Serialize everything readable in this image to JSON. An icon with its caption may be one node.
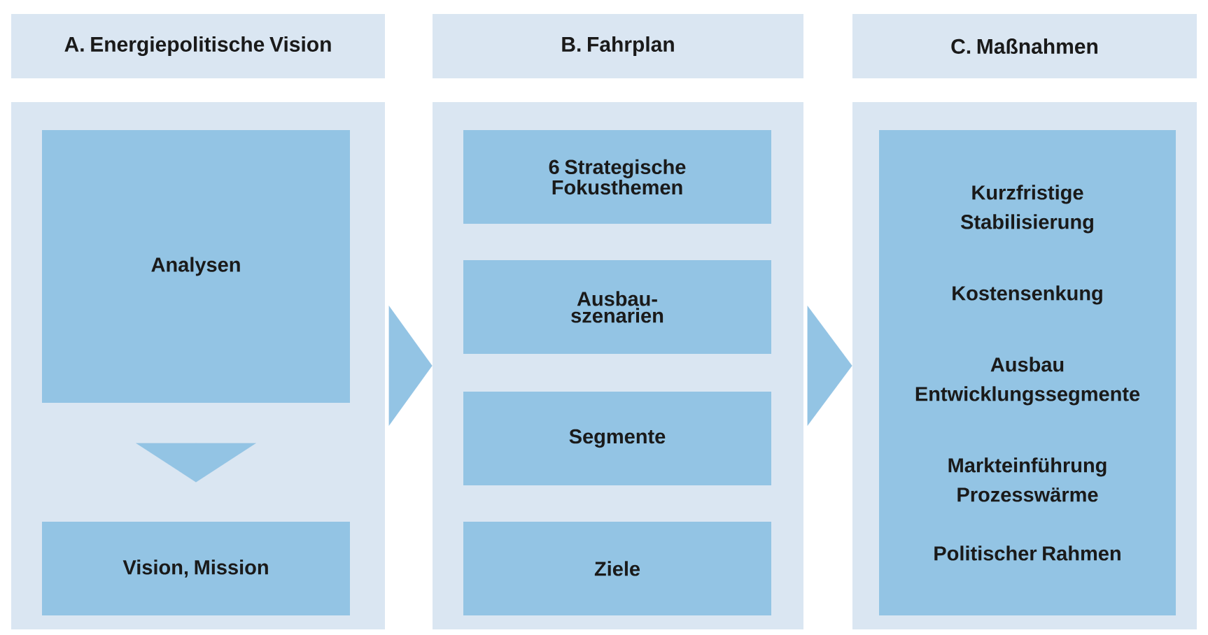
{
  "diagram": {
    "nodes": [
      {
        "text": [
          "A. Energiepolitische Vision"
        ]
      },
      {
        "text": [
          "B. Fahrplan"
        ]
      },
      {
        "text": [
          "C. Maßnahmen"
        ]
      },
      {
        "text": [],
        "shape": "box"
      },
      {
        "text": [
          "Analysen"
        ],
        "in": 3
      },
      {
        "text": [
          "Vision, Mission"
        ],
        "in": 3
      },
      {
        "text": [],
        "shape": "box"
      },
      {
        "text": [
          "6 Strategische Fokusthemen"
        ],
        "in": 6
      },
      {
        "text": [
          "Ausbau- szenarien"
        ],
        "in": 6
      },
      {
        "text": [
          "Segmente"
        ],
        "in": 6
      },
      {
        "text": [
          "Ziele"
        ],
        "in": 6
      },
      {
        "text": [],
        "shape": "box"
      },
      {
        "text": [
          "Kurzfristige Stabilisierung",
          "Kostensenkung",
          "Ausbau Entwicklungssegmente",
          "Markteinführung Prozesswärme",
          "Politischer Rahmen"
        ],
        "in": 11
      }
    ],
    "edges": [
      {
        "from": 4,
        "to": 5,
        "arrow": "to"
      },
      {
        "from": 3,
        "to": 6,
        "arrow": "to"
      },
      {
        "from": 6,
        "to": 11,
        "arrow": "to"
      }
    ]
  }
}
